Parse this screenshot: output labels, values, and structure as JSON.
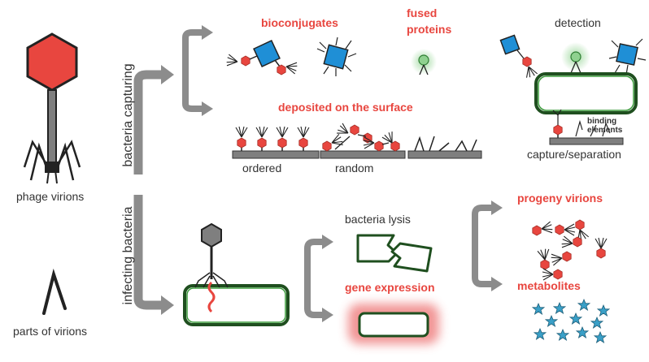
{
  "labels": {
    "phage_virions": "phage virions",
    "parts_of_virions": "parts of virions",
    "bacteria_capturing": "bacteria capturing",
    "infecting_bacteria": "infecting bacteria",
    "bioconjugates": "bioconjugates",
    "fused_proteins_line1": "fused",
    "fused_proteins_line2": "proteins",
    "detection": "detection",
    "deposited_on_surface": "deposited on the surface",
    "ordered": "ordered",
    "random": "random",
    "binding_elements_line1": "binding",
    "binding_elements_line2": "elements",
    "capture_separation": "capture/separation",
    "bacteria_lysis": "bacteria lysis",
    "gene_expression": "gene expression",
    "progeny_virions": "progeny virions",
    "metabolites": "metabolites"
  },
  "colors": {
    "phage_head": "#e8463f",
    "phage_tail": "#7f7f7f",
    "protein_blue": "#1f8fd6",
    "fused_protein_green": "#8fd18f",
    "bacteria_border": "#2e7d32",
    "arrow_gray": "#8c8c8c",
    "label_red": "#e8463f",
    "glow_red": "#f08a8a",
    "metabolite_star": "#3aa0c8"
  }
}
